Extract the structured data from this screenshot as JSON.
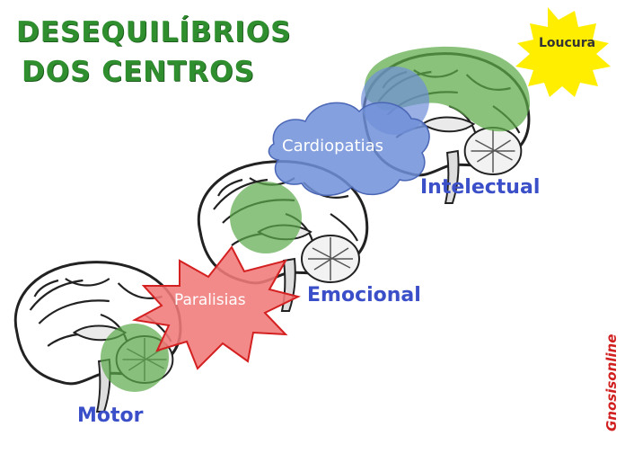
{
  "title": {
    "line1": "DESEQUILÍBRIOS",
    "line2": "DOS CENTROS"
  },
  "labels": {
    "motor": "Motor",
    "emocional": "Emocional",
    "intelectual": "Intelectual",
    "paralisias": "Paralisias",
    "cardiopatias": "Cardiopatias",
    "loucura": "Loucura"
  },
  "watermark": "Gnosisonline",
  "colors": {
    "title_green": "#2f8f2f",
    "label_blue": "#3a4fc8",
    "center_green": "#5daa4a",
    "intellect_blue": "#6f8fd8",
    "burst_red": "#f07a7a",
    "sun_yellow": "#ffee00",
    "watermark_red": "#d11f1f"
  }
}
